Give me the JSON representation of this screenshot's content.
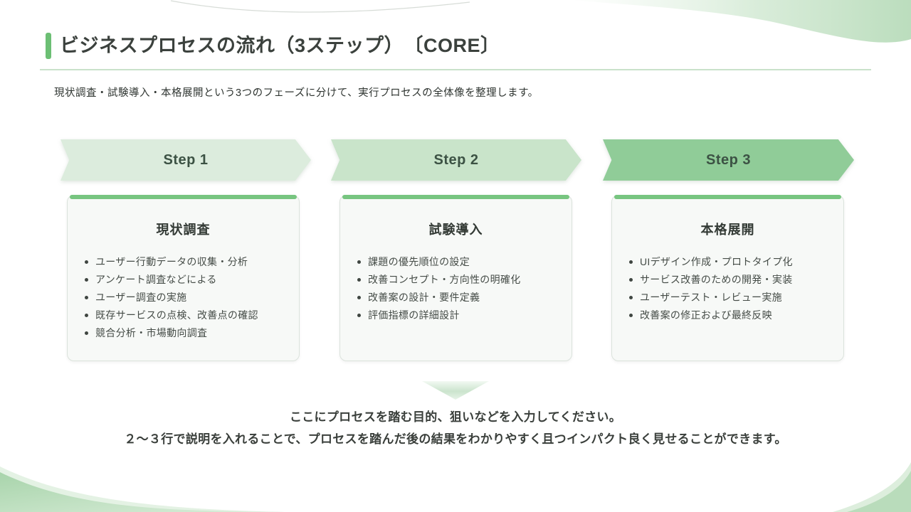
{
  "slide": {
    "title": "ビジネスプロセスの流れ（3ステップ）　〔CORE〕",
    "description": "現状調査・試験導入・本格展開という3つのフェーズに分けて、実行プロセスの全体像を整理します。",
    "footer_line1": "ここにプロセスを踏む目的、狙いなどを入力してください。",
    "footer_line2": "２～３行で説明を入れることで、プロセスを踏んだ後の結果をわかりやすく且つインパクト良く見せることができます。"
  },
  "steps": [
    {
      "banner_label": "Step 1",
      "banner_color": "#dcecdd",
      "card_title": "現状調査",
      "items": [
        "ユーザー行動データの収集・分析",
        "アンケート調査などによる",
        "ユーザー調査の実施",
        "既存サービスの点検、改善点の確認",
        "競合分析・市場動向調査"
      ]
    },
    {
      "banner_label": "Step 2",
      "banner_color": "#c9e4ca",
      "card_title": "試験導入",
      "items": [
        "課題の優先順位の設定",
        "改善コンセプト・方向性の明確化",
        "改善案の設計・要件定義",
        "評価指標の詳細設計"
      ]
    },
    {
      "banner_label": "Step 3",
      "banner_color": "#90cc98",
      "card_title": "本格展開",
      "items": [
        "UIデザイン作成・プロトタイプ化",
        "サービス改善のための開発・実装",
        "ユーザーテスト・レビュー実施",
        "改善案の修正および最終反映"
      ]
    }
  ],
  "colors": {
    "title_accent": "#6cbf74",
    "divider": "#c9e2ca",
    "card_top_bar": "#77c580"
  }
}
